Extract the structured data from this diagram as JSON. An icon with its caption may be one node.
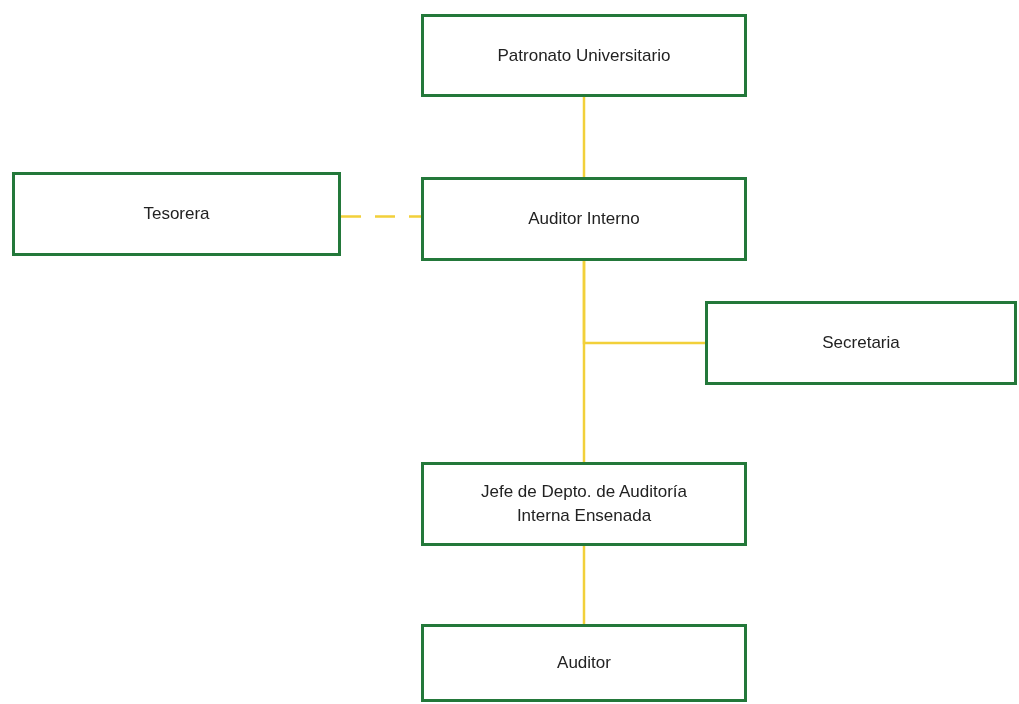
{
  "diagram": {
    "nodes": [
      {
        "text": [
          "Patronato Universitario"
        ]
      },
      {
        "text": [
          "Tesorera"
        ]
      },
      {
        "text": [
          "Auditor Interno"
        ]
      },
      {
        "text": [
          "Secretaria"
        ]
      },
      {
        "text": [
          "Jefe de Depto. de Auditoría Interna Ensenada"
        ]
      },
      {
        "text": [
          "Auditor"
        ]
      }
    ],
    "edges": [
      {
        "from": 0,
        "to": 2,
        "arrow": "none"
      },
      {
        "from": 1,
        "to": 2,
        "arrow": "none",
        "style": "dashed"
      },
      {
        "from": 2,
        "to": 4,
        "arrow": "none"
      },
      {
        "from": 2,
        "to": 3,
        "arrow": "none"
      },
      {
        "from": 4,
        "to": 5,
        "arrow": "none"
      }
    ]
  }
}
